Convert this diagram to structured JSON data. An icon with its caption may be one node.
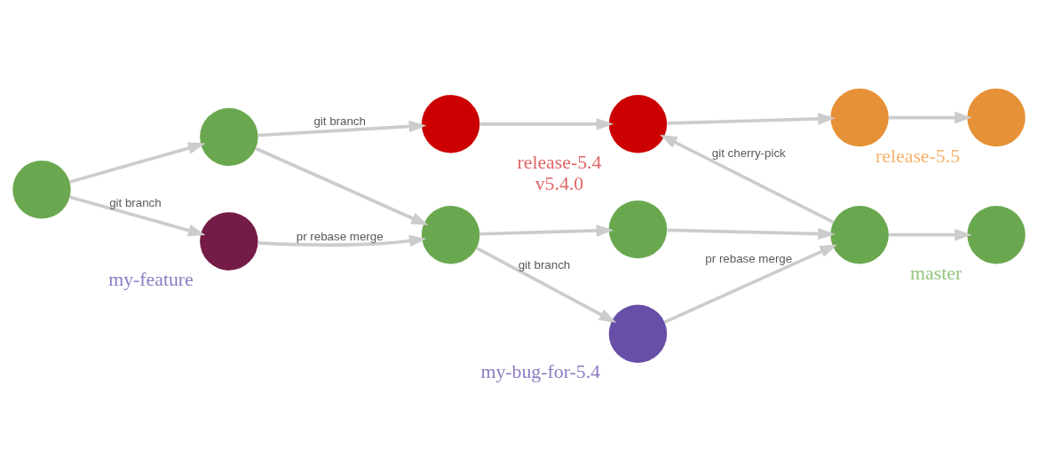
{
  "diagram": {
    "nodes": [
      {
        "text": [],
        "shape": "circle"
      },
      {
        "text": [],
        "shape": "circle",
        "beside": [
          "release-5.4",
          "v5.4.0"
        ]
      },
      {
        "text": [],
        "shape": "circle"
      },
      {
        "text": [],
        "shape": "circle",
        "beside": [
          "release-5.5"
        ]
      },
      {
        "text": [],
        "shape": "circle"
      },
      {
        "text": [],
        "shape": "circle"
      },
      {
        "text": [],
        "shape": "circle"
      },
      {
        "text": [],
        "shape": "circle"
      },
      {
        "text": [],
        "shape": "circle"
      },
      {
        "text": [],
        "shape": "circle",
        "beside": [
          "master"
        ]
      },
      {
        "text": [],
        "shape": "circle",
        "beside": [
          "my-feature"
        ]
      },
      {
        "text": [],
        "shape": "circle",
        "beside": [
          "my-bug-for-5.4"
        ]
      }
    ],
    "edges": [
      {
        "from": 0,
        "to": 1,
        "arrow": "to"
      },
      {
        "from": 1,
        "to": 2,
        "arrow": "to"
      },
      {
        "from": 2,
        "to": 3,
        "arrow": "to"
      },
      {
        "from": 4,
        "to": 5,
        "arrow": "to"
      },
      {
        "from": 5,
        "to": 0,
        "arrow": "to",
        "label": "git branch"
      },
      {
        "from": 5,
        "to": 6,
        "arrow": "to"
      },
      {
        "from": 6,
        "to": 7,
        "arrow": "to"
      },
      {
        "from": 7,
        "to": 8,
        "arrow": "to"
      },
      {
        "from": 8,
        "to": 9,
        "arrow": "to"
      },
      {
        "from": 8,
        "to": 1,
        "arrow": "to",
        "label": "git cherry-pick"
      },
      {
        "from": 4,
        "to": 10,
        "arrow": "to",
        "label": "git branch"
      },
      {
        "from": 10,
        "to": 6,
        "arrow": "to",
        "label": "pr rebase merge"
      },
      {
        "from": 6,
        "to": 11,
        "arrow": "to",
        "label": "git branch"
      },
      {
        "from": 11,
        "to": 8,
        "arrow": "to",
        "label": "pr rebase merge"
      }
    ]
  }
}
